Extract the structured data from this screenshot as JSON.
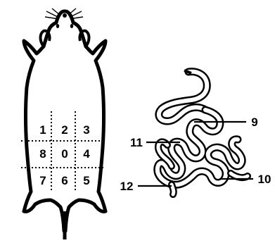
{
  "colors": {
    "ink": "#000000",
    "background": "#ffffff"
  },
  "quadrant_labels": {
    "r1": "1",
    "r2": "2",
    "r3": "3",
    "r8": "8",
    "r0": "0",
    "r4": "4",
    "r7": "7",
    "r6": "6",
    "r5": "5"
  },
  "intestine_labels": {
    "l9": "9",
    "l10": "10",
    "l11": "11",
    "l12": "12"
  }
}
